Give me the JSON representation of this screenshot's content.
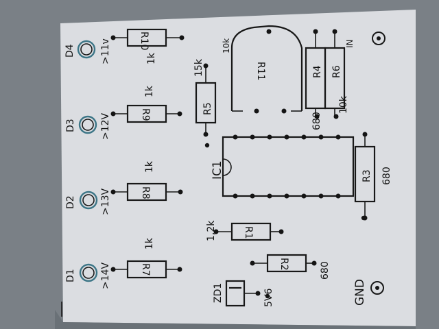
{
  "colors": {
    "background": "#7f868c",
    "board": "#e4e7eb",
    "ink": "#141414",
    "led_ring": "#3f7a8c"
  },
  "leds": [
    {
      "name": "D1",
      "threshold": ">14V"
    },
    {
      "name": "D2",
      "threshold": ">13V"
    },
    {
      "name": "D3",
      "threshold": ">12V"
    },
    {
      "name": "D4",
      "threshold": ">11v"
    }
  ],
  "resistors": {
    "R1": {
      "label": "R1",
      "value": "1,2k"
    },
    "R2": {
      "label": "R2",
      "value": "680"
    },
    "R3": {
      "label": "R3",
      "value": "680"
    },
    "R4": {
      "label": "R4",
      "value": "680"
    },
    "R5": {
      "label": "R5",
      "value": "15k"
    },
    "R6": {
      "label": "R6",
      "value": "10k"
    },
    "R7": {
      "label": "R7",
      "value": "1k"
    },
    "R8": {
      "label": "R8",
      "value": "1k"
    },
    "R9": {
      "label": "R9",
      "value": "1k"
    },
    "R10": {
      "label": "R10",
      "value": "1k"
    },
    "R11": {
      "label": "R11",
      "value": "10k"
    }
  },
  "ic": {
    "label": "IC1"
  },
  "zener": {
    "label": "ZD1",
    "value": "5V6"
  },
  "terminals": {
    "input": "IN",
    "ground": "GND"
  }
}
